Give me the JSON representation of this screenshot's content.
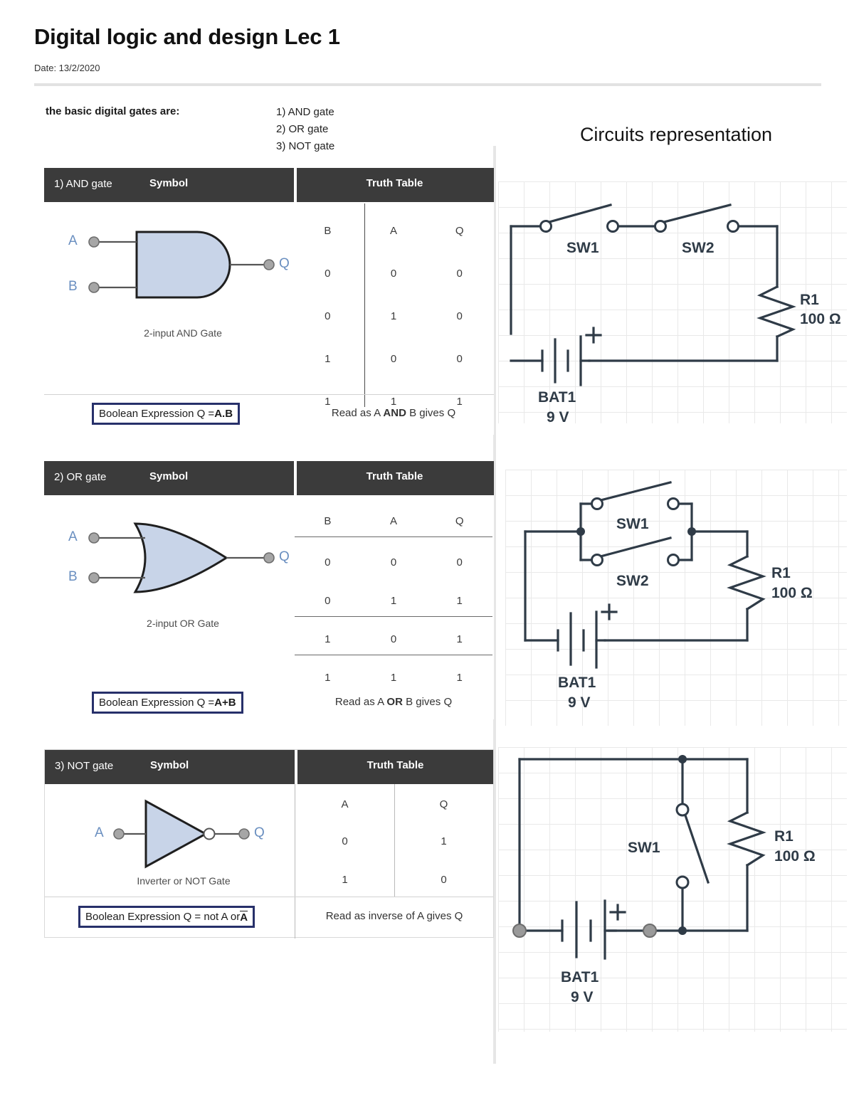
{
  "document": {
    "title": "Digital logic and design Lec 1",
    "date": "Date: 13/2/2020"
  },
  "intro": {
    "label": "the basic digital gates are:",
    "items": [
      "1) AND gate",
      "2) OR gate",
      "3) NOT gate"
    ]
  },
  "right_column": {
    "heading": "Circuits representation"
  },
  "gates": [
    {
      "header": {
        "name": "1) AND gate",
        "symbol": "Symbol",
        "truth_table": "Truth Table"
      },
      "symbol": {
        "input_a": "A",
        "input_b": "B",
        "output": "Q",
        "caption": "2-input AND Gate"
      },
      "truth": {
        "columns": [
          "B",
          "A",
          "Q"
        ],
        "rows": [
          [
            "0",
            "0",
            "0"
          ],
          [
            "0",
            "1",
            "0"
          ],
          [
            "1",
            "0",
            "0"
          ],
          [
            "1",
            "1",
            "1"
          ]
        ]
      },
      "boolean_expression": {
        "prefix": "Boolean Expression Q = ",
        "value": "A.B"
      },
      "read_as": {
        "pre": "Read as A ",
        "op": "AND",
        "post": " B gives Q"
      }
    },
    {
      "header": {
        "name": "2) OR gate",
        "symbol": "Symbol",
        "truth_table": "Truth Table"
      },
      "symbol": {
        "input_a": "A",
        "input_b": "B",
        "output": "Q",
        "caption": "2-input OR Gate"
      },
      "truth": {
        "columns": [
          "B",
          "A",
          "Q"
        ],
        "rows": [
          [
            "0",
            "0",
            "0"
          ],
          [
            "0",
            "1",
            "1"
          ],
          [
            "1",
            "0",
            "1"
          ],
          [
            "1",
            "1",
            "1"
          ]
        ]
      },
      "boolean_expression": {
        "prefix": "Boolean Expression Q = ",
        "value": "A+B"
      },
      "read_as": {
        "pre": "Read as A ",
        "op": "OR",
        "post": " B gives Q"
      }
    },
    {
      "header": {
        "name": "3) NOT gate",
        "symbol": "Symbol",
        "truth_table": "Truth Table"
      },
      "symbol": {
        "input_a": "A",
        "output": "Q",
        "caption": "Inverter or NOT Gate"
      },
      "truth": {
        "columns": [
          "A",
          "Q"
        ],
        "rows": [
          [
            "0",
            "1"
          ],
          [
            "1",
            "0"
          ]
        ]
      },
      "boolean_expression": {
        "prefix": "Boolean Expression Q = not A or ",
        "value": "A"
      },
      "read_as": {
        "pre": "Read as inverse of A gives Q",
        "op": "",
        "post": ""
      }
    }
  ],
  "circuits": [
    {
      "name": "and-circuit",
      "type": "series",
      "switches": [
        "SW1",
        "SW2"
      ],
      "resistor": {
        "ref": "R1",
        "value": "100 Ω"
      },
      "battery": {
        "ref": "BAT1",
        "value": "9 V",
        "polarity": "+"
      }
    },
    {
      "name": "or-circuit",
      "type": "parallel",
      "switches": [
        "SW1",
        "SW2"
      ],
      "resistor": {
        "ref": "R1",
        "value": "100 Ω"
      },
      "battery": {
        "ref": "BAT1",
        "value": "9 V",
        "polarity": "+"
      }
    },
    {
      "name": "not-circuit",
      "type": "shorting-switch",
      "switches": [
        "SW1"
      ],
      "resistor": {
        "ref": "R1",
        "value": "100 Ω"
      },
      "battery": {
        "ref": "BAT1",
        "value": "9 V",
        "polarity": "+"
      }
    }
  ],
  "colors": {
    "header_bar": "#3b3b3b",
    "gate_fill": "#c8d4e8",
    "gate_stroke": "#1f1f1f",
    "pin_label": "#6a8fc0",
    "bool_box_border": "#27306a",
    "circuit_line": "#2f3b47",
    "grid_line": "#e9e9e9"
  }
}
